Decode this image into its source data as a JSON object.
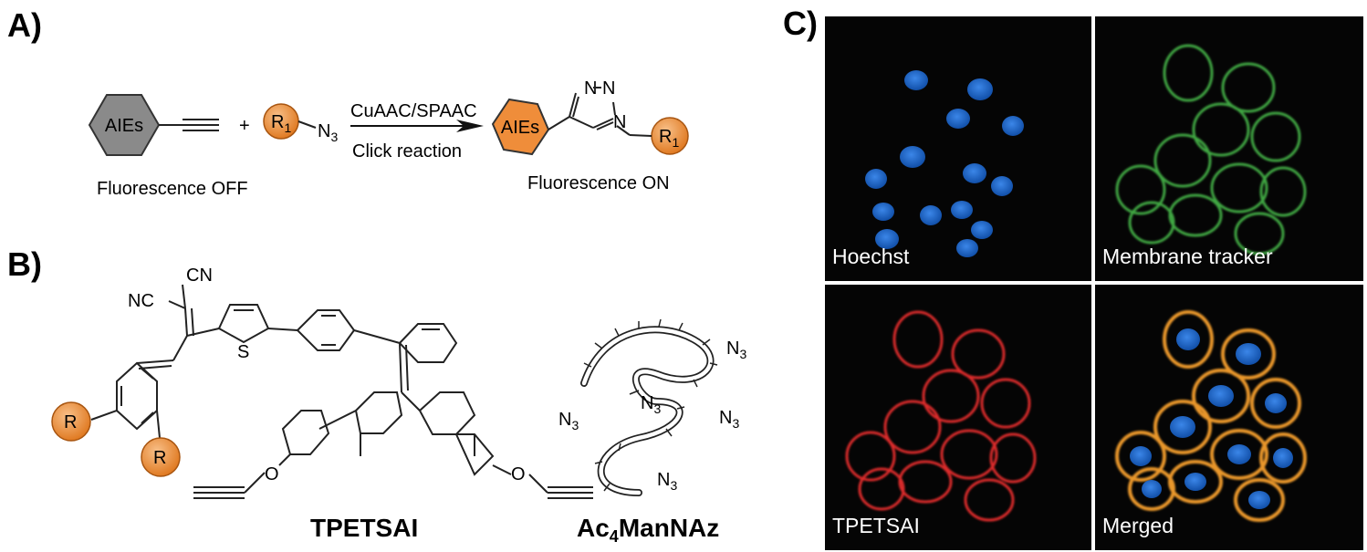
{
  "panels": {
    "a": {
      "letter": "A)",
      "aie_label": "AIEs",
      "plus": "+",
      "r1": "R",
      "r1_sub": "1",
      "azide_n": "N",
      "azide_sub": "3",
      "arrow_top": "CuAAC/SPAAC",
      "arrow_bottom": "Click reaction",
      "left_caption": "Fluorescence OFF",
      "right_caption": "Fluorescence ON",
      "triazole_n1": "N",
      "triazole_n2": "N",
      "triazole_n3": "N",
      "product_aie_label": "AIEs",
      "product_r1": "R",
      "product_r1_sub": "1"
    },
    "b": {
      "letter": "B)",
      "cn_top": "CN",
      "nc_left": "NC",
      "thiophene_s": "S",
      "r_group_1": "R",
      "r_group_2": "R",
      "ether_o_1": "O",
      "ether_o_2": "O",
      "compound_1": "TPETSAI",
      "compound_2_main": "Ac",
      "compound_2_sub": "4",
      "compound_2_rest": "ManNAz",
      "azide_labels": [
        {
          "n": "N",
          "sub": "3"
        },
        {
          "n": "N",
          "sub": "3"
        },
        {
          "n": "N",
          "sub": "3"
        },
        {
          "n": "N",
          "sub": "3"
        },
        {
          "n": "N",
          "sub": "3"
        }
      ]
    },
    "c": {
      "letter": "C)",
      "images": [
        "Hoechst",
        "Membrane tracker",
        "TPETSAI",
        "Merged"
      ]
    }
  },
  "colors": {
    "orange": "#ef8d3a",
    "gray_hex": "#8a8a8a",
    "blue": "#1e63c8",
    "green": "#3fa642",
    "red": "#d92a2a"
  }
}
